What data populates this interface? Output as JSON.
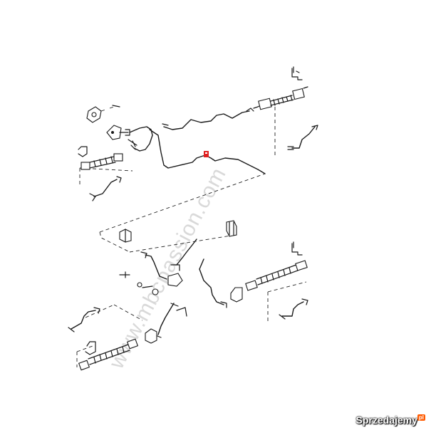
{
  "watermark": {
    "text": "www.mbcpassion.com"
  },
  "logo": {
    "brand": "Sprzedajemy",
    "suffix": "pl",
    "accent_color": "#ff5a00"
  },
  "highlight_color": "#e02020"
}
